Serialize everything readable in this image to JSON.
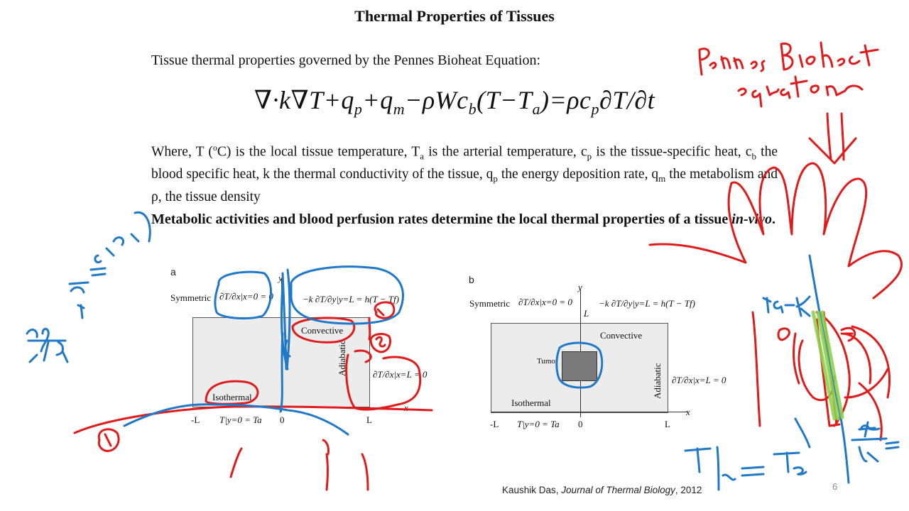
{
  "slide": {
    "title": "Thermal Properties of Tissues",
    "intro": "Tissue thermal properties governed by the Pennes Bioheat Equation:",
    "equation": {
      "p1": "∇·k∇T+q",
      "s1": "p",
      "p2": "+q",
      "s2": "m",
      "p3": "−ρWc",
      "s3": "b",
      "p4": "(T−T",
      "s4": "a",
      "p5": ")=ρc",
      "s5": "p",
      "p6": "∂T/∂t"
    },
    "where": {
      "t1": "Where, T (",
      "t1_sup": "o",
      "t2": "C) is the local tissue temperature, T",
      "t2_sub": "a",
      "t3": " is the arterial temperature, c",
      "t3_sub": "p",
      "t4": " is the tissue-specific heat, c",
      "t4_sub": "b",
      "t5": " the blood specific heat, k the thermal conductivity of the tissue, q",
      "t5_sub": "p",
      "t6": " the energy deposition rate, q",
      "t6_sub": "m",
      "t7": " the metabolism and ρ, the tissue density"
    },
    "metabolic": {
      "t1": "Metabolic activities and blood perfusion rates determine the local thermal properties of a tissue ",
      "italic": "in-vivo",
      "t2": "."
    },
    "citation": {
      "author": "Kaushik Das, ",
      "journal": "Journal of Thermal Biology",
      "year": ", 2012"
    },
    "slide_number": "6"
  },
  "figure_a": {
    "letter": "a",
    "symmetric": "Symmetric",
    "sym_bc": "∂T/∂x|x=0 = 0",
    "conv_bc": "−k ∂T/∂y|y=L = h(T − Tf)",
    "y_axis": "y",
    "x_axis": "x",
    "convective": "Convective",
    "adiabatic": "Adiabatic",
    "adia_bc": "∂T/∂x|x=L = 0",
    "isothermal": "Isothermal",
    "iso_bc": "T|y=0 = Ta",
    "tick_neg_l": "-L",
    "tick_zero": "0",
    "tick_l": "L"
  },
  "figure_b": {
    "letter": "b",
    "symmetric": "Symmetric",
    "sym_bc": "∂T/∂x|x=0 = 0",
    "conv_bc": "−k ∂T/∂y|y=L = h(T − Tf)",
    "y_axis": "y",
    "x_axis": "x",
    "l_top": "L",
    "convective": "Convective",
    "tumor": "Tumor",
    "adiabatic": "Adiabatic",
    "adia_bc": "∂T/∂x|x=L = 0",
    "isothermal": "Isothermal",
    "iso_bc": "T|y=0 = Ta",
    "tick_neg_l": "-L",
    "tick_zero": "0",
    "tick_l": "L"
  },
  "colors": {
    "ink_red": "#e01b1b",
    "ink_blue": "#1f78c8",
    "ink_green": "#8fd14f"
  }
}
